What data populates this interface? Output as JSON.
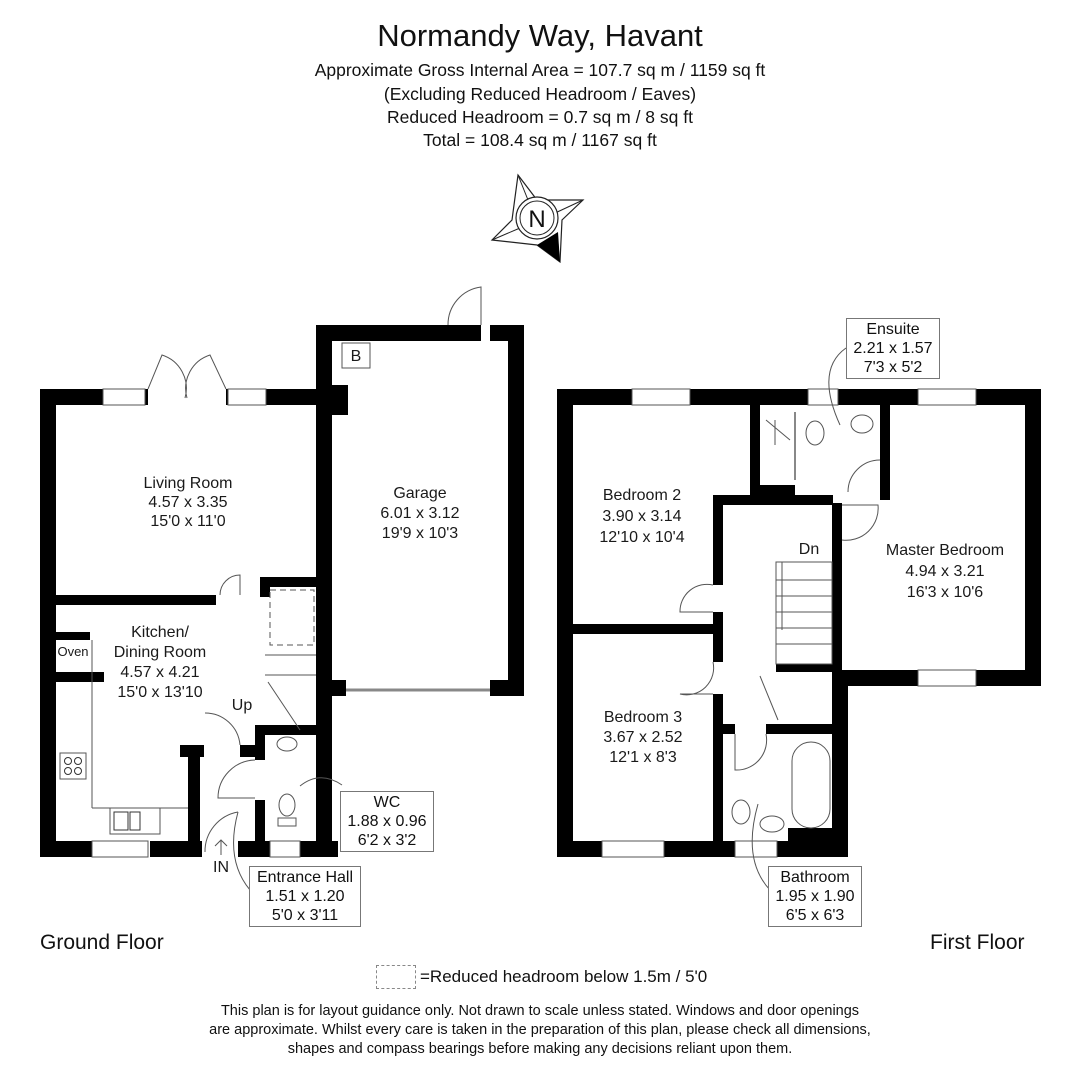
{
  "header": {
    "title": "Normandy Way, Havant",
    "gross_area": "Approximate Gross Internal Area = 107.7 sq m / 1159 sq ft",
    "exclusion_note": "(Excluding Reduced Headroom / Eaves)",
    "reduced_headroom": "Reduced Headroom = 0.7 sq m / 8 sq ft",
    "total": "Total = 108.4 sq m / 1167 sq ft"
  },
  "compass": {
    "letter": "N",
    "icon": "north-compass-icon"
  },
  "ground_floor": {
    "label": "Ground Floor",
    "rooms": {
      "living": {
        "name": "Living Room",
        "metric": "4.57 x 3.35",
        "imperial": "15'0 x 11'0"
      },
      "kitchen": {
        "name_line1": "Kitchen/",
        "name_line2": "Dining Room",
        "metric": "4.57 x 4.21",
        "imperial": "15'0 x 13'10"
      },
      "garage": {
        "name": "Garage",
        "metric": "6.01 x 3.12",
        "imperial": "19'9 x 10'3"
      },
      "wc": {
        "name": "WC",
        "metric": "1.88 x 0.96",
        "imperial": "6'2 x 3'2"
      },
      "entrance": {
        "name": "Entrance Hall",
        "metric": "1.51 x 1.20",
        "imperial": "5'0 x 3'11"
      }
    },
    "fixtures": {
      "oven": "Oven",
      "boiler": "B",
      "stairs_up": "Up",
      "entrance_marker": "IN"
    }
  },
  "first_floor": {
    "label": "First Floor",
    "rooms": {
      "bedroom2": {
        "name": "Bedroom 2",
        "metric": "3.90 x 3.14",
        "imperial": "12'10 x 10'4"
      },
      "bedroom3": {
        "name": "Bedroom 3",
        "metric": "3.67 x 2.52",
        "imperial": "12'1 x 8'3"
      },
      "master": {
        "name": "Master Bedroom",
        "metric": "4.94 x 3.21",
        "imperial": "16'3 x 10'6"
      },
      "ensuite": {
        "name": "Ensuite",
        "metric": "2.21 x 1.57",
        "imperial": "7'3 x 5'2"
      },
      "bathroom": {
        "name": "Bathroom",
        "metric": "1.95 x 1.90",
        "imperial": "6'5 x 6'3"
      }
    },
    "fixtures": {
      "stairs_down": "Dn"
    }
  },
  "legend": {
    "text": "=Reduced headroom below 1.5m / 5'0"
  },
  "disclaimer": {
    "line1": "This plan is for layout guidance only. Not drawn to scale unless stated. Windows and door openings",
    "line2": "are approximate. Whilst every care is taken in the preparation of this plan, please check all dimensions,",
    "line3": "shapes and compass bearings before making any decisions reliant upon them."
  },
  "colors": {
    "wall": "#000000",
    "line": "#555555",
    "background": "#ffffff"
  }
}
